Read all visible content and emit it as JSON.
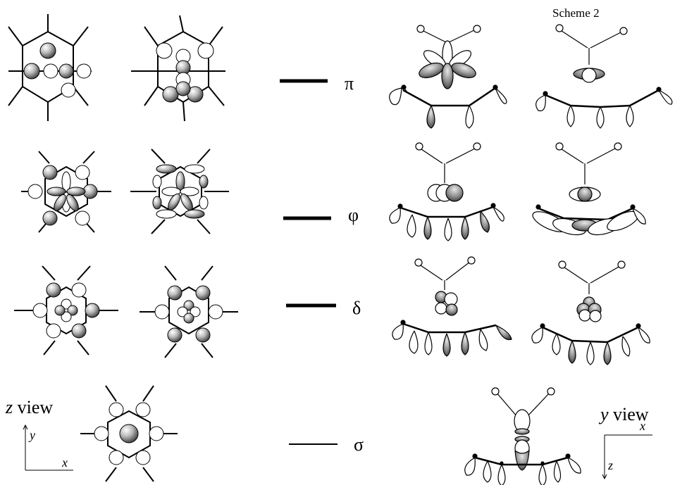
{
  "title": "Scheme 2",
  "levels": [
    {
      "symbol": "π"
    },
    {
      "symbol": "φ"
    },
    {
      "symbol": "δ"
    },
    {
      "symbol": "σ"
    }
  ],
  "z_view": {
    "label_italic": "z",
    "label_rest": " view",
    "axis_y": "y",
    "axis_x": "x"
  },
  "y_view": {
    "label_italic": "y",
    "label_rest": " view",
    "axis_x": "x",
    "axis_z": "z"
  },
  "colors": {
    "shaded": "#8a8a8a",
    "line": "#000000",
    "open": "#ffffff"
  }
}
